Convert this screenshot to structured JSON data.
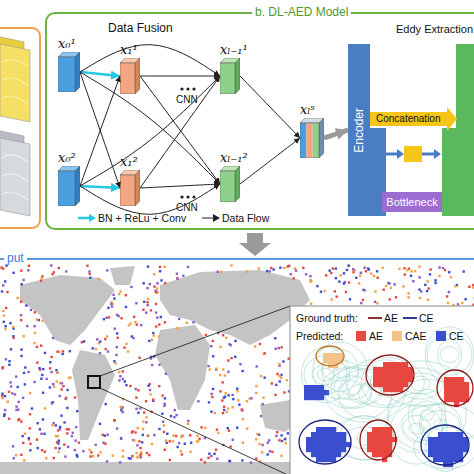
{
  "diagram": {
    "nodes": [
      {
        "text": [
          "b. DL-AED Model"
        ]
      },
      {
        "text": [
          "x₀¹"
        ],
        "in": 0
      },
      {
        "text": [
          "x₁¹"
        ],
        "in": 0
      },
      {
        "text": [
          "xₗ₋₁¹"
        ],
        "in": 0
      },
      {
        "text": [
          "x₀²"
        ],
        "in": 0
      },
      {
        "text": [
          "x₁²"
        ],
        "in": 0
      },
      {
        "text": [
          "xₗ₋₁²"
        ],
        "in": 0
      },
      {
        "text": [
          "xₗˢ"
        ],
        "in": 0
      },
      {
        "text": [
          "Encoder"
        ],
        "in": 0
      },
      {
        "text": [
          "Bottleneck"
        ],
        "in": 0
      },
      {
        "text": [
          "put"
        ]
      }
    ],
    "edges": [
      {
        "from": 1,
        "to": 2,
        "arrow": "to"
      },
      {
        "from": 4,
        "to": 5,
        "arrow": "to"
      },
      {
        "from": 1,
        "to": 5,
        "arrow": "to"
      },
      {
        "from": 4,
        "to": 2,
        "arrow": "to"
      },
      {
        "from": 1,
        "to": 3,
        "arrow": "to"
      },
      {
        "from": 1,
        "to": 6,
        "arrow": "to"
      },
      {
        "from": 4,
        "to": 3,
        "arrow": "to"
      },
      {
        "from": 4,
        "to": 6,
        "arrow": "to"
      },
      {
        "from": 2,
        "to": 3,
        "arrow": "to"
      },
      {
        "from": 2,
        "to": 6,
        "arrow": "to"
      },
      {
        "from": 5,
        "to": 3,
        "arrow": "to"
      },
      {
        "from": 5,
        "to": 6,
        "arrow": "to"
      },
      {
        "from": 3,
        "to": 7,
        "arrow": "to"
      },
      {
        "from": 6,
        "to": 7,
        "arrow": "to"
      },
      {
        "from": 7,
        "to": 8,
        "arrow": "to"
      }
    ],
    "labels": [
      "Data Fusion",
      "CNN",
      "CNN",
      "Eddy Extraction",
      "Concatenation",
      "Ground truth:",
      "Predicted:"
    ],
    "legend": [
      {
        "text": "BN + ReLu + Conv"
      },
      {
        "text": "Data Flow"
      },
      {
        "text": "AE"
      },
      {
        "text": "CE"
      },
      {
        "text": "AE",
        "color": "#e8473f"
      },
      {
        "text": "CAE",
        "color": "#f5c38a"
      },
      {
        "text": "CE",
        "color": "#3a4fd0"
      }
    ]
  }
}
